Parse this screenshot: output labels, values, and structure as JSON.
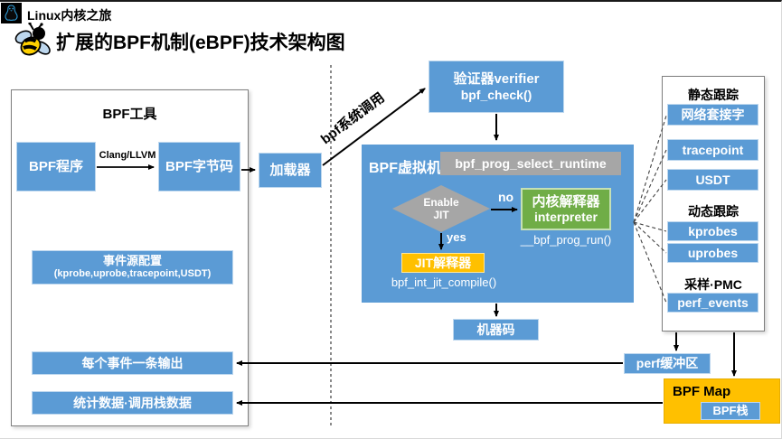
{
  "header": {
    "brand": "Linux内核之旅",
    "logo_icon": "linux-penguin"
  },
  "title": "扩展的BPF机制(eBPF)技术架构图",
  "title_icon": "ebpf-bee",
  "left_panel": {
    "title": "BPF工具",
    "bpf_program": "BPF程序",
    "compiler_label": "Clang/LLVM",
    "bpf_bytecode": "BPF字节码",
    "event_source_line1": "事件源配置",
    "event_source_line2": "(kprobe,uprobe,tracepoint,USDT)",
    "per_event_output": "每个事件一条输出",
    "stats_output": "统计数据·调用栈数据"
  },
  "loader": "加载器",
  "syscall_label": "bpf系统调用",
  "verifier": {
    "line1": "验证器verifier",
    "line2": "bpf_check()"
  },
  "vm": {
    "title": "BPF虚拟机",
    "runtime_fn": "bpf_prog_select_runtime",
    "decision_line1": "Enable",
    "decision_line2": "JIT",
    "no_label": "no",
    "yes_label": "yes",
    "interpreter_line1": "内核解释器",
    "interpreter_line2": "interpreter",
    "interpreter_fn": "__bpf_prog_run()",
    "jit_box": "JIT解释器",
    "jit_fn": "bpf_int_jit_compile()"
  },
  "machine_code": "机器码",
  "right_panel": {
    "static_heading": "静态跟踪",
    "items_static": [
      "网络套接字",
      "tracepoint",
      "USDT"
    ],
    "dynamic_heading": "动态跟踪",
    "items_dynamic": [
      "kprobes",
      "uprobes"
    ],
    "sampling_heading": "采样·PMC",
    "items_sampling": [
      "perf_events"
    ]
  },
  "perf_buffer": "perf缓冲区",
  "bpf_map": {
    "title": "BPF Map",
    "stack": "BPF栈"
  },
  "colors": {
    "box_blue": "#5B9BD5",
    "accent_orange": "#FFC000",
    "interpreter_green": "#70AD47",
    "gray": "#A6A6A6"
  }
}
